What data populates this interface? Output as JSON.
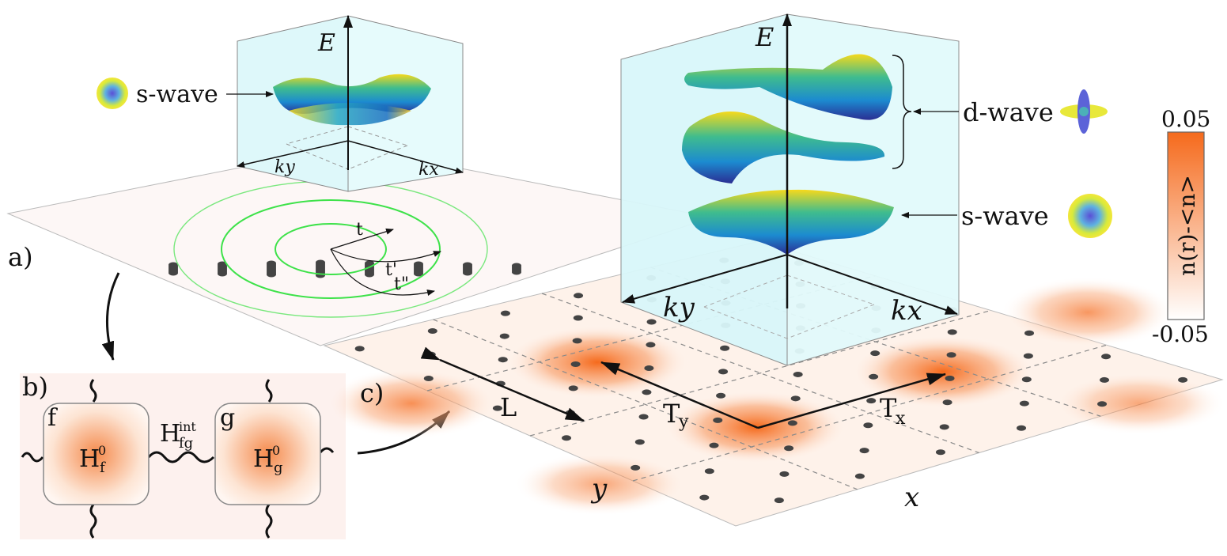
{
  "panels": {
    "a": "a)",
    "b": "b)",
    "c": "c)"
  },
  "panel_a": {
    "axis_energy": "E",
    "axis_kx": "kx",
    "axis_ky": "ky",
    "band_label": "s-wave",
    "hopping": {
      "t1": "t",
      "t2": "t'",
      "t3": "t\""
    }
  },
  "panel_b": {
    "block_f": {
      "corner": "f",
      "ham_main": "H",
      "ham_sup": "0",
      "ham_sub": "f"
    },
    "block_g": {
      "corner": "g",
      "ham_main": "H",
      "ham_sup": "0",
      "ham_sub": "g"
    },
    "coupling": {
      "main": "H",
      "sup": "int",
      "sub": "fg"
    }
  },
  "panel_c": {
    "axis_energy": "E",
    "axis_kx": "kx",
    "axis_ky": "ky",
    "band_labels": [
      "d-wave",
      "s-wave"
    ],
    "supercell_size": "L",
    "vector_tx": {
      "main": "T",
      "sub": "x"
    },
    "vector_ty": {
      "main": "T",
      "sub": "y"
    },
    "axis_x": "x",
    "axis_y": "y"
  },
  "colorbar": {
    "label": "n(r)-<n>",
    "max": "0.05",
    "min": "-0.05",
    "color_high": "#f56a1c",
    "color_low": "#ffffff"
  },
  "colors": {
    "green_orbit": "#3ee24a",
    "site": "#444444",
    "cube": "#dff9fb",
    "band_yellow": "#f5d31a",
    "band_blue": "#1a85c9"
  }
}
